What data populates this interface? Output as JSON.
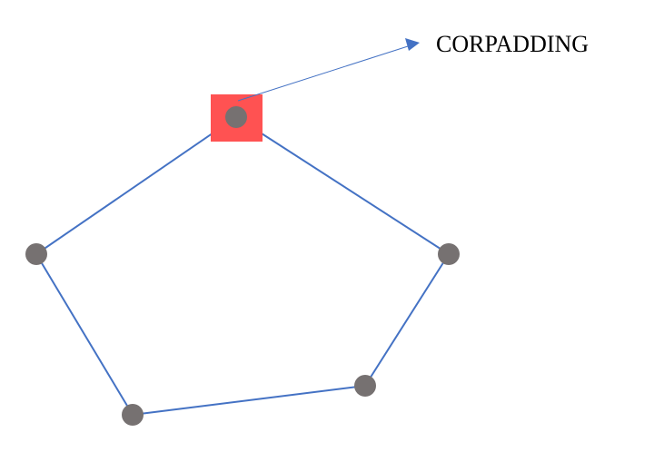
{
  "diagram": {
    "label": "CORPADDING",
    "colors": {
      "edge": "#4472C4",
      "node": "#767171",
      "highlight": "#FF5252",
      "pointer": "#4472C4",
      "label": "#000000"
    },
    "nodes": [
      {
        "id": "top",
        "highlighted": true
      },
      {
        "id": "right"
      },
      {
        "id": "bottom-right"
      },
      {
        "id": "bottom-left"
      },
      {
        "id": "left"
      }
    ],
    "edges": [
      [
        "top",
        "right"
      ],
      [
        "right",
        "bottom-right"
      ],
      [
        "bottom-right",
        "bottom-left"
      ],
      [
        "bottom-left",
        "left"
      ],
      [
        "left",
        "top"
      ]
    ]
  }
}
